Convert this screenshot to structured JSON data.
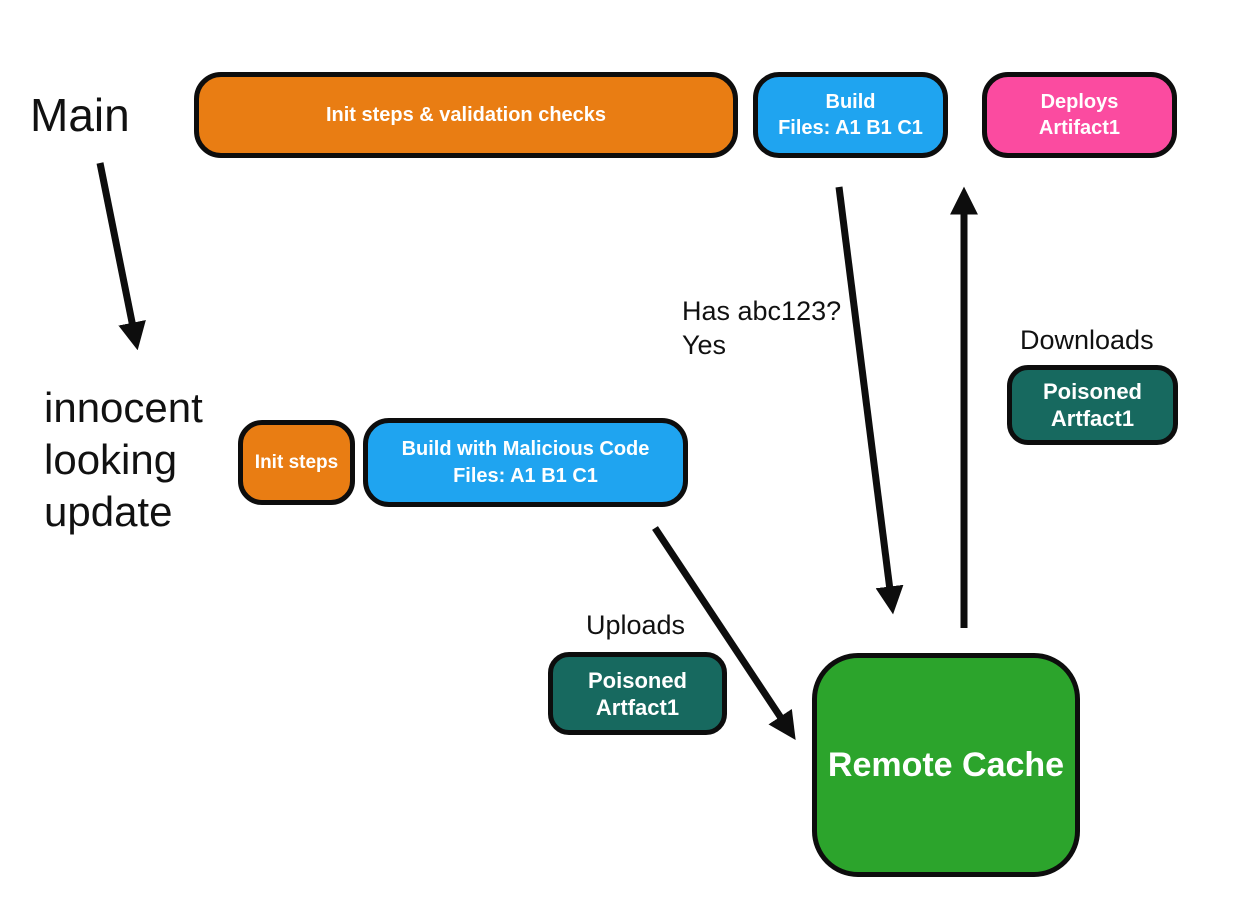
{
  "colors": {
    "orange": "#E97D13",
    "blue": "#1FA4F0",
    "pink": "#FB4BA0",
    "teal": "#17695F",
    "green": "#2CA42C",
    "ink": "#0D0D0D"
  },
  "labels": {
    "main": "Main",
    "innocent_line1": "innocent",
    "innocent_line2": "looking",
    "innocent_line3": "update",
    "has_abc_line1": "Has abc123?",
    "has_abc_line2": "Yes",
    "downloads": "Downloads",
    "uploads": "Uploads"
  },
  "nodes": {
    "init_validation": {
      "label": "Init steps & validation checks"
    },
    "build_main": {
      "line1": "Build",
      "line2": "Files: A1 B1 C1"
    },
    "deploys": {
      "line1": "Deploys",
      "line2": "Artifact1"
    },
    "init_steps": {
      "label": "Init steps"
    },
    "build_malicious": {
      "line1": "Build with Malicious Code",
      "line2": "Files: A1 B1 C1"
    },
    "poisoned_upload": {
      "line1": "Poisoned",
      "line2": "Artfact1"
    },
    "poisoned_download": {
      "line1": "Poisoned",
      "line2": "Artfact1"
    },
    "remote_cache": {
      "label": "Remote Cache"
    }
  }
}
